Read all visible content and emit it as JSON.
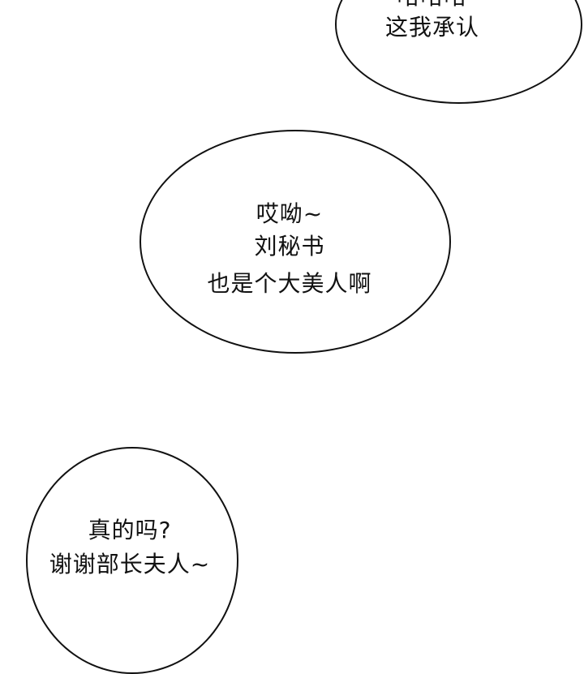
{
  "bubbles": [
    {
      "lines": [
        "哈哈哈",
        "这我承认"
      ]
    },
    {
      "lines": [
        "哎呦~",
        "刘秘书",
        "也是个大美人啊"
      ]
    },
    {
      "lines": [
        "真的吗?",
        "谢谢部长夫人~"
      ]
    }
  ],
  "colors": {
    "background": "#ffffff",
    "ink": "#111111"
  }
}
